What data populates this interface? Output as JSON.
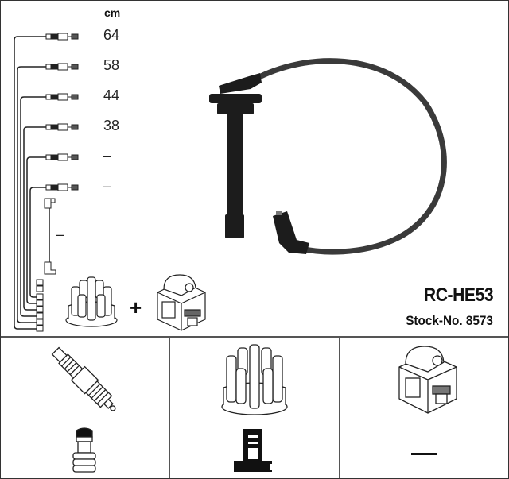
{
  "product": {
    "code": "RC-HE53",
    "stock_label": "Stock-No. 8573"
  },
  "lengths": {
    "unit": "cm",
    "items": [
      "64",
      "58",
      "44",
      "38",
      "–",
      "–"
    ],
    "coil_lead": "–"
  },
  "kit_includes": {
    "plus": "+",
    "items": [
      "distributor-cap",
      "ignition-coil"
    ]
  },
  "grid": {
    "row1": [
      "spark-plug",
      "distributor-cap",
      "ignition-coil"
    ],
    "row2": [
      "plug-boot-connector",
      "cap-terminal-connector",
      "–"
    ]
  },
  "colors": {
    "line": "#222222",
    "border": "#555555",
    "cable": "#3a3a3a"
  }
}
